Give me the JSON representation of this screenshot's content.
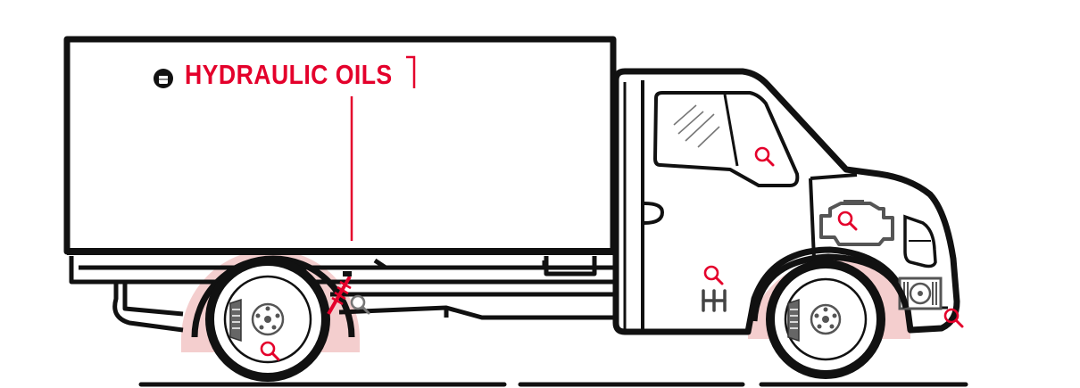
{
  "callout": {
    "title": "HYDRAULIC OILS",
    "icon": "oil-drum-icon"
  },
  "colors": {
    "accent": "#e4002b",
    "outline": "#111111",
    "detail": "#555555",
    "highlight": "#f3c9c9",
    "background": "#ffffff"
  },
  "hotspots": [
    {
      "name": "cab-hotspot",
      "icon": "magnifier-icon"
    },
    {
      "name": "engine-hotspot",
      "icon": "magnifier-icon"
    },
    {
      "name": "gearbox-hotspot",
      "icon": "magnifier-icon"
    },
    {
      "name": "shock-absorber-hotspot",
      "icon": "magnifier-icon"
    },
    {
      "name": "rear-brake-hotspot",
      "icon": "magnifier-icon"
    },
    {
      "name": "front-brake-hotspot",
      "icon": "magnifier-icon"
    },
    {
      "name": "radiator-hotspot",
      "icon": "magnifier-icon"
    },
    {
      "name": "front-bumper-hotspot",
      "icon": "magnifier-icon"
    }
  ]
}
